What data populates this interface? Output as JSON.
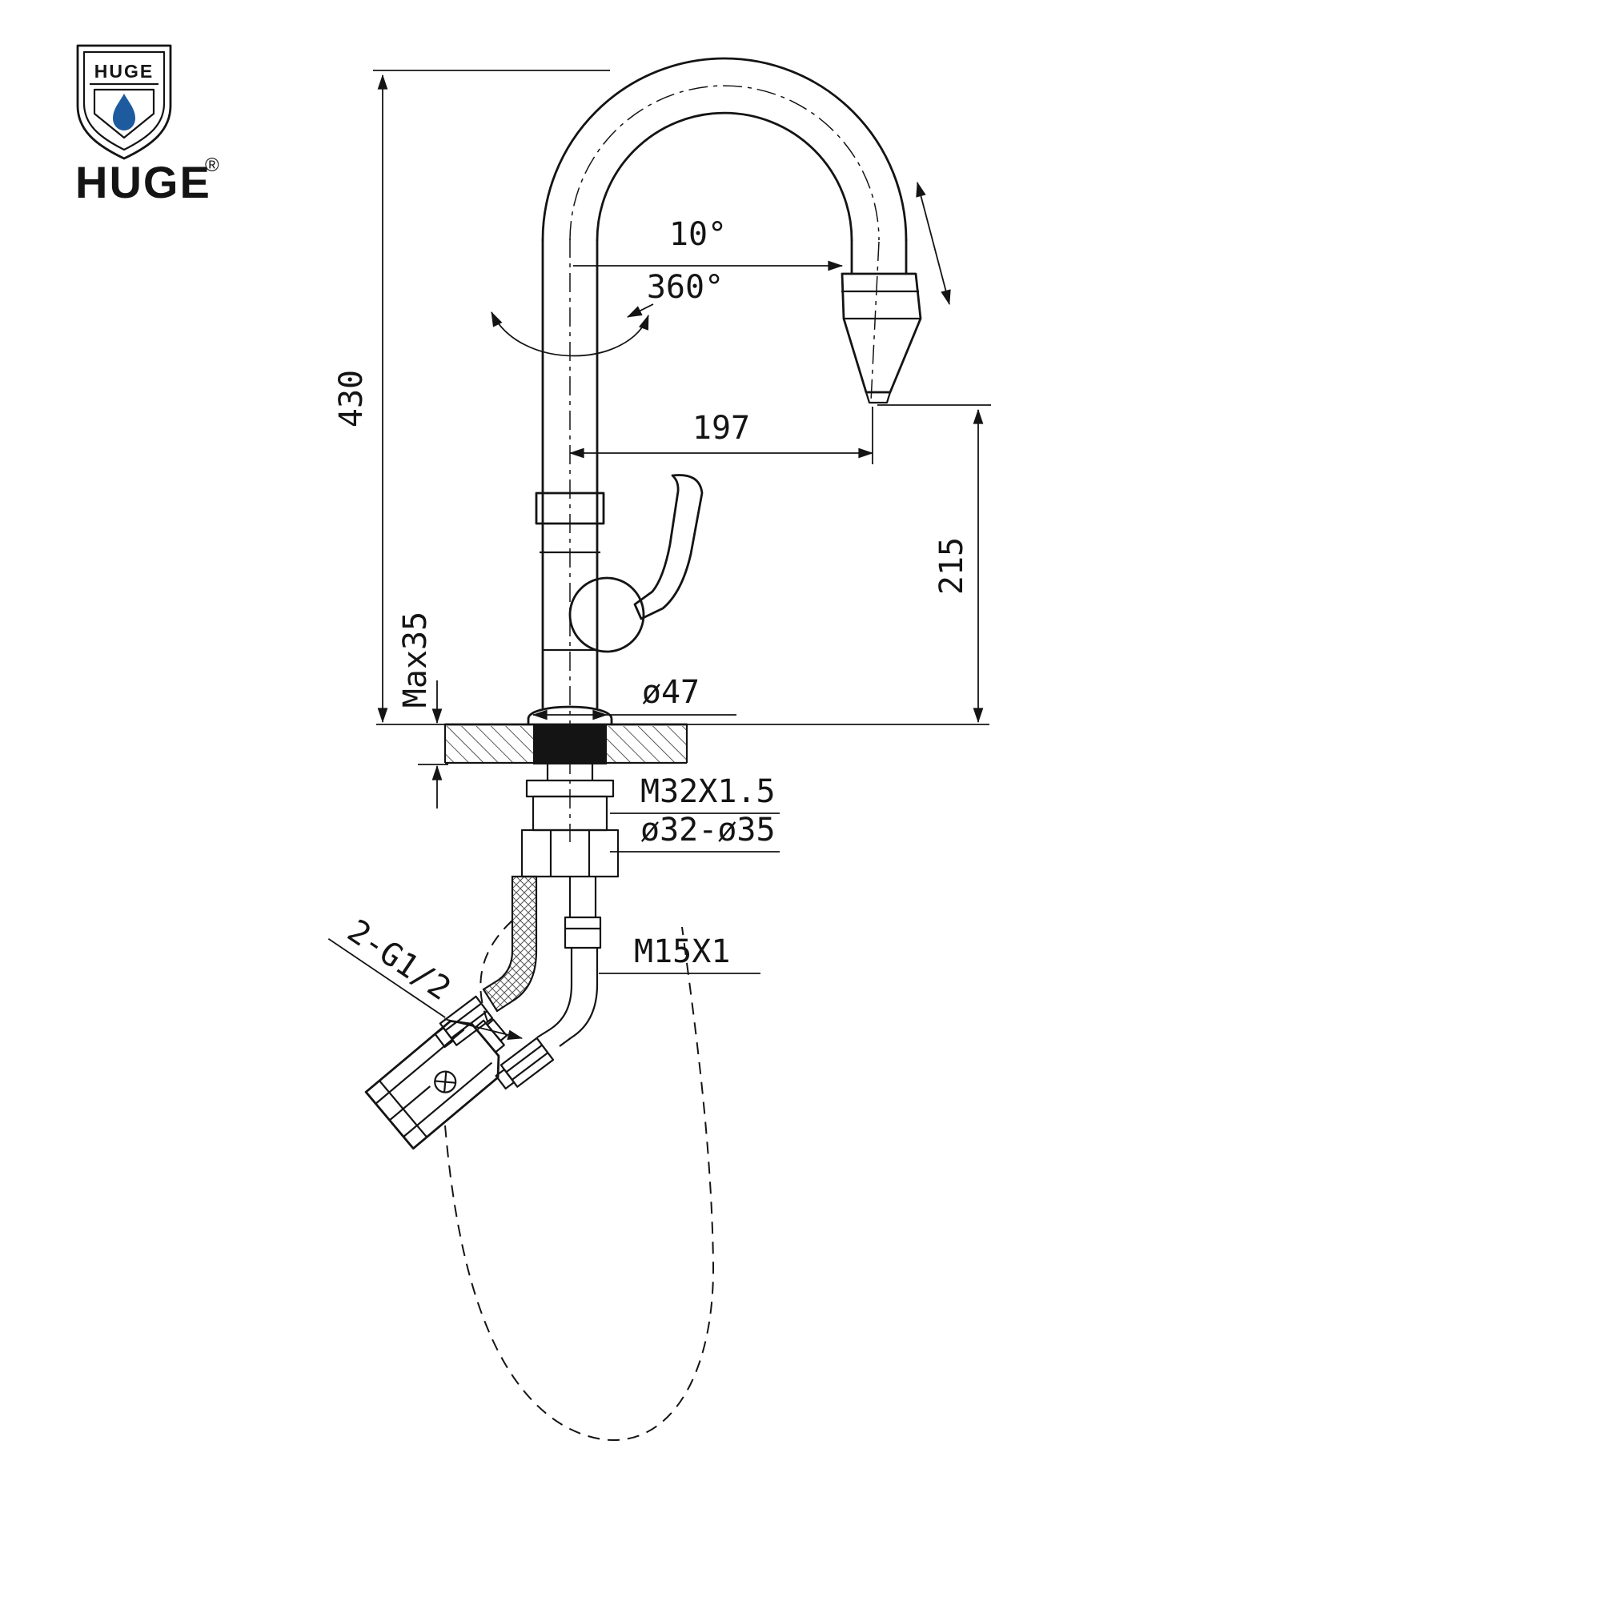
{
  "brand": {
    "shield_text": "HUGE",
    "wordmark": "HUGE",
    "registered_mark": "®",
    "drop_color": "#1d5b9e",
    "line_color": "#141414"
  },
  "labels": {
    "total_height": "430",
    "spout_reach": "197",
    "outlet_height": "215",
    "deck_thickness": "Max35",
    "base_diameter": "ø47",
    "mounting_thread": "M32X1.5",
    "hole_diameter_range": "ø32-ø35",
    "hose_thread": "M15X1",
    "supply_connections": "2-G1/2",
    "spray_tilt_angle": "10°",
    "swivel_angle": "360°"
  }
}
